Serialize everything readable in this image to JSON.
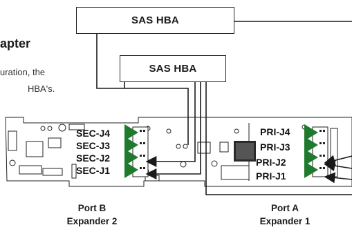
{
  "hba_top": {
    "label": "SAS HBA"
  },
  "hba_mid": {
    "label": "SAS HBA"
  },
  "text": {
    "heading": "apter",
    "line1": "uration,  the",
    "line2": "HBA's."
  },
  "connectors": {
    "secondary": [
      "SEC-J4",
      "SEC-J3",
      "SEC-J2",
      "SEC-J1"
    ],
    "primary": [
      "PRI-J4",
      "PRI-J3",
      "PRI-J2",
      "PRI-J1"
    ]
  },
  "captions": {
    "port_b": "Port B",
    "expander_2": "Expander 2",
    "port_a": "Port A",
    "expander_1": "Expander 1"
  },
  "colors": {
    "connector_green": "#1f7a2e",
    "wire": "#1a1a1a"
  }
}
